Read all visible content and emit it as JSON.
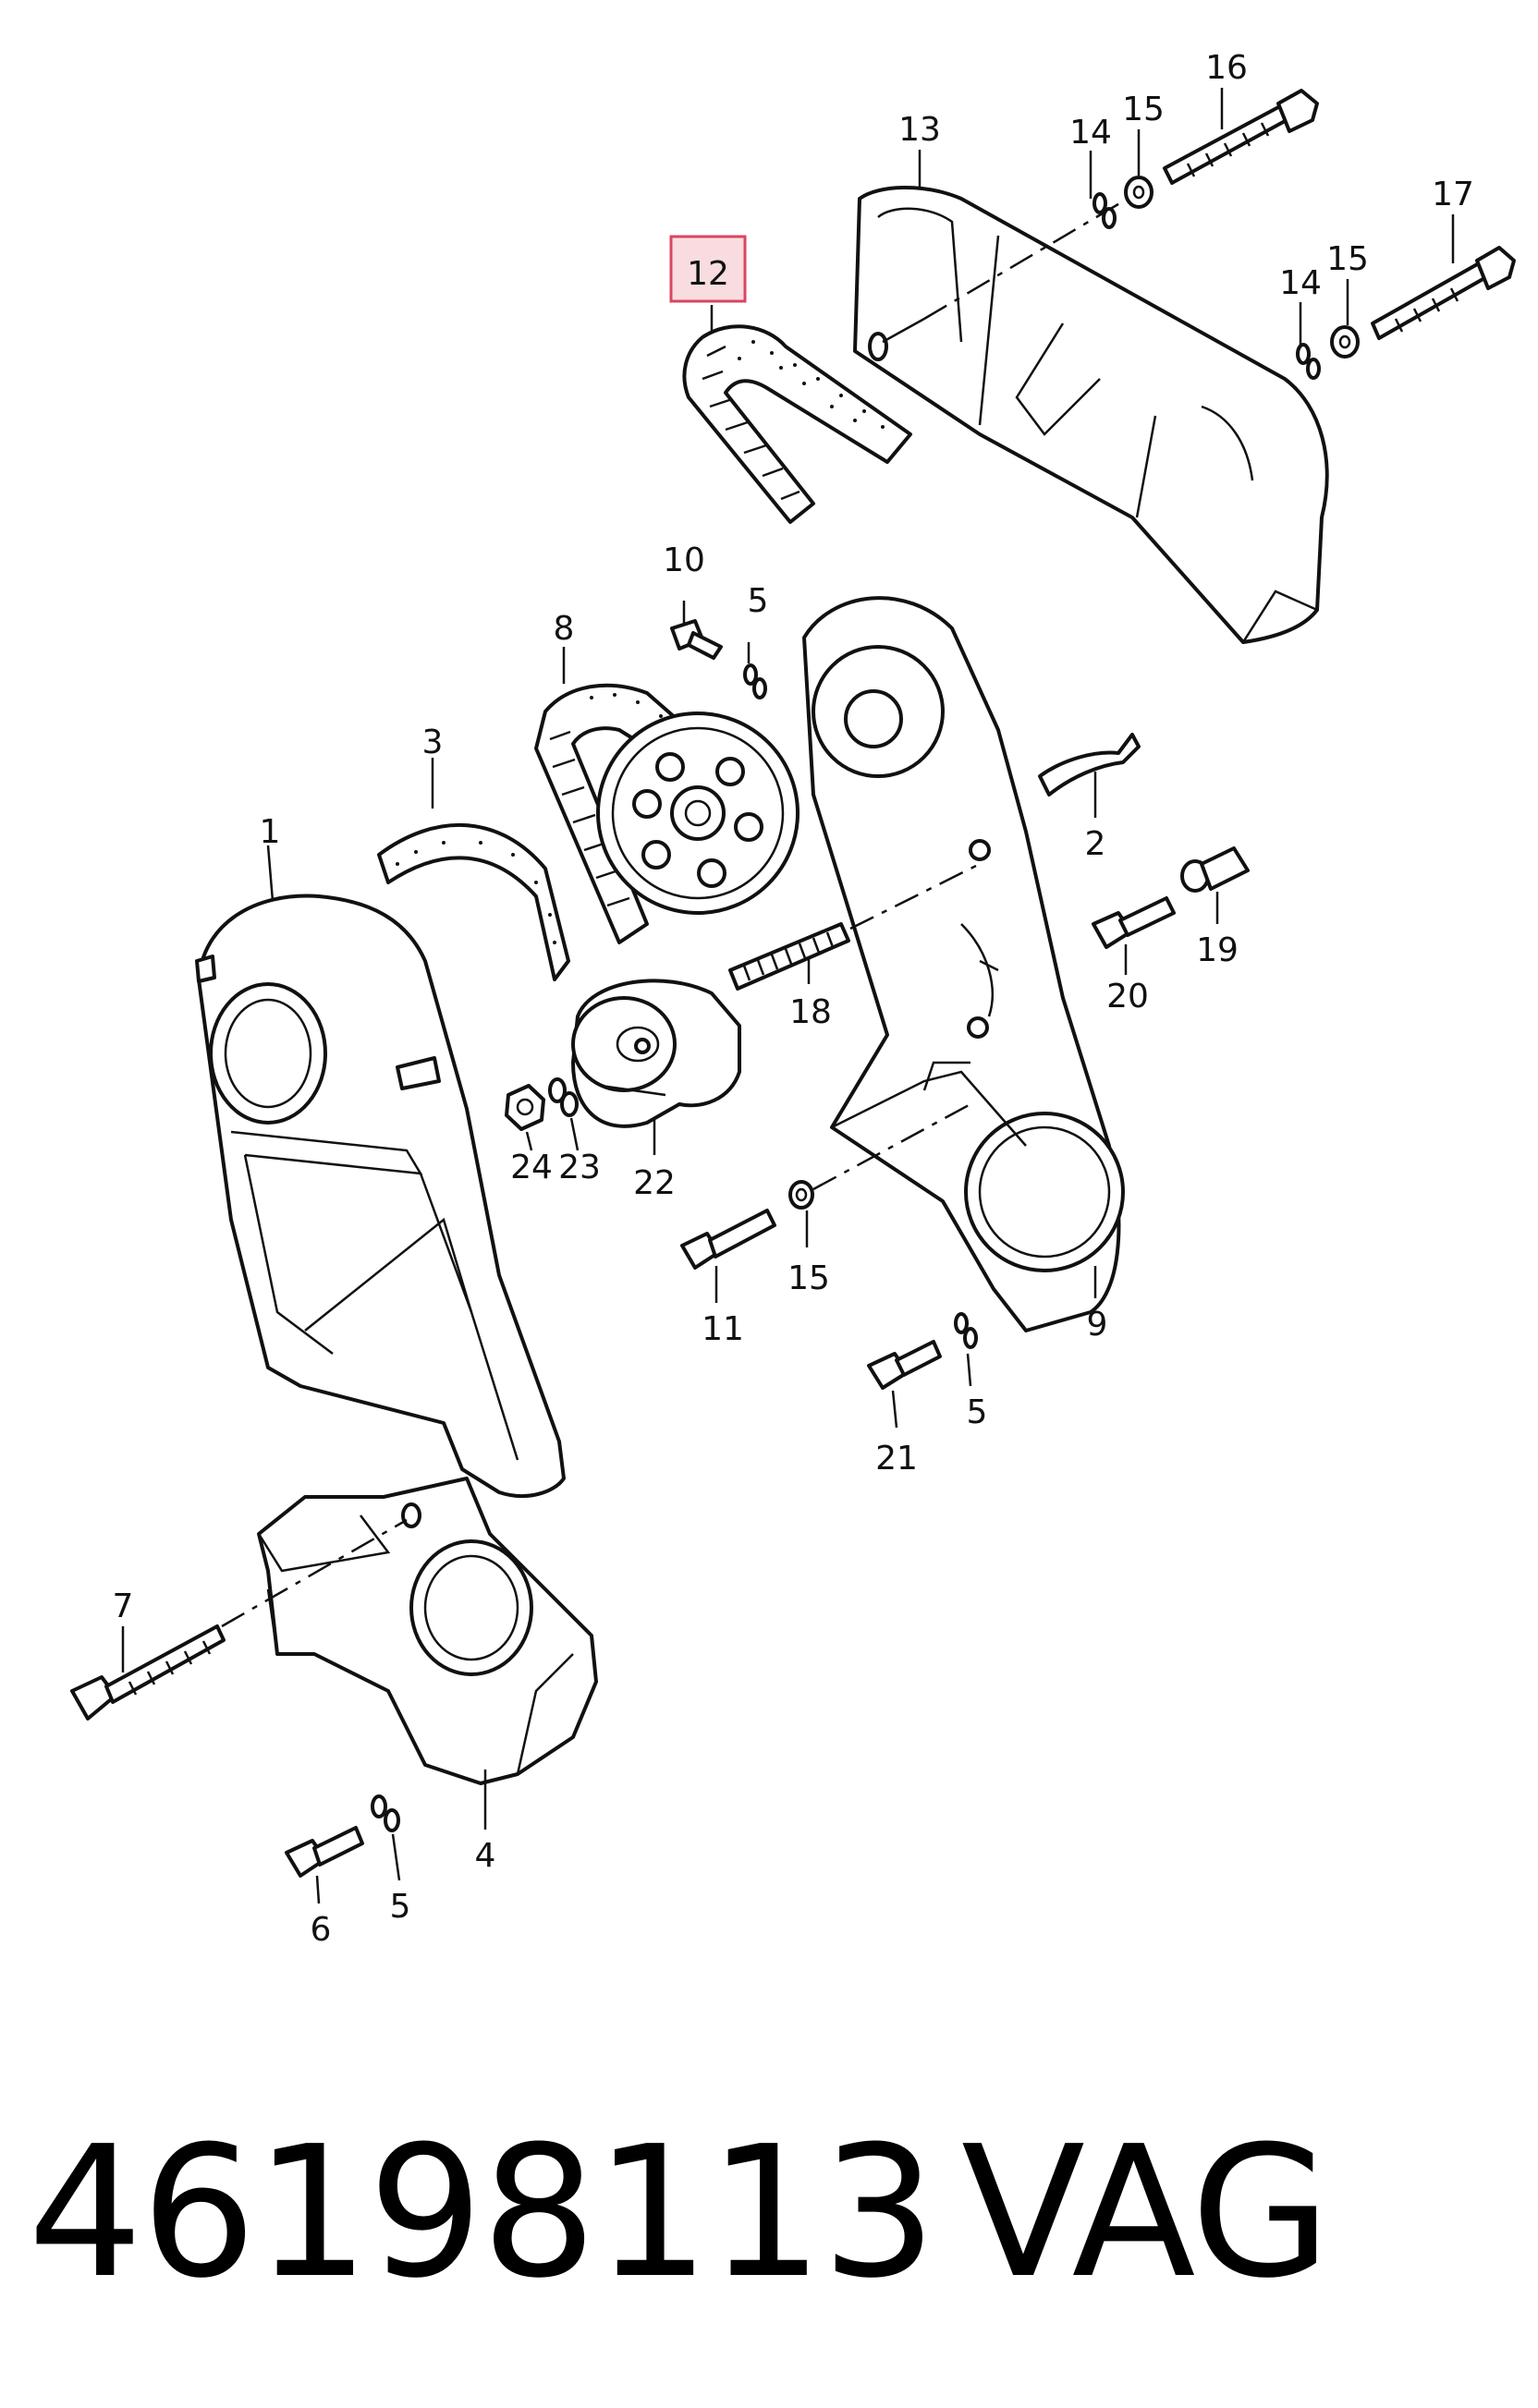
{
  "diagram": {
    "callouts": [
      {
        "id": "1",
        "label": "1"
      },
      {
        "id": "2",
        "label": "2"
      },
      {
        "id": "3",
        "label": "3"
      },
      {
        "id": "4",
        "label": "4"
      },
      {
        "id": "5a",
        "label": "5"
      },
      {
        "id": "5b",
        "label": "5"
      },
      {
        "id": "5c",
        "label": "5"
      },
      {
        "id": "6",
        "label": "6"
      },
      {
        "id": "7",
        "label": "7"
      },
      {
        "id": "8",
        "label": "8"
      },
      {
        "id": "9",
        "label": "9"
      },
      {
        "id": "10",
        "label": "10"
      },
      {
        "id": "11",
        "label": "11"
      },
      {
        "id": "12",
        "label": "12"
      },
      {
        "id": "13",
        "label": "13"
      },
      {
        "id": "14a",
        "label": "14"
      },
      {
        "id": "14b",
        "label": "14"
      },
      {
        "id": "15a",
        "label": "15"
      },
      {
        "id": "15b",
        "label": "15"
      },
      {
        "id": "15c",
        "label": "15"
      },
      {
        "id": "16",
        "label": "16"
      },
      {
        "id": "17",
        "label": "17"
      },
      {
        "id": "18",
        "label": "18"
      },
      {
        "id": "19",
        "label": "19"
      },
      {
        "id": "20",
        "label": "20"
      },
      {
        "id": "21",
        "label": "21"
      },
      {
        "id": "22",
        "label": "22"
      },
      {
        "id": "23",
        "label": "23"
      },
      {
        "id": "24",
        "label": "24"
      }
    ],
    "highlighted": "12"
  },
  "footer": {
    "part_number": "46198113",
    "brand": "VAG"
  }
}
